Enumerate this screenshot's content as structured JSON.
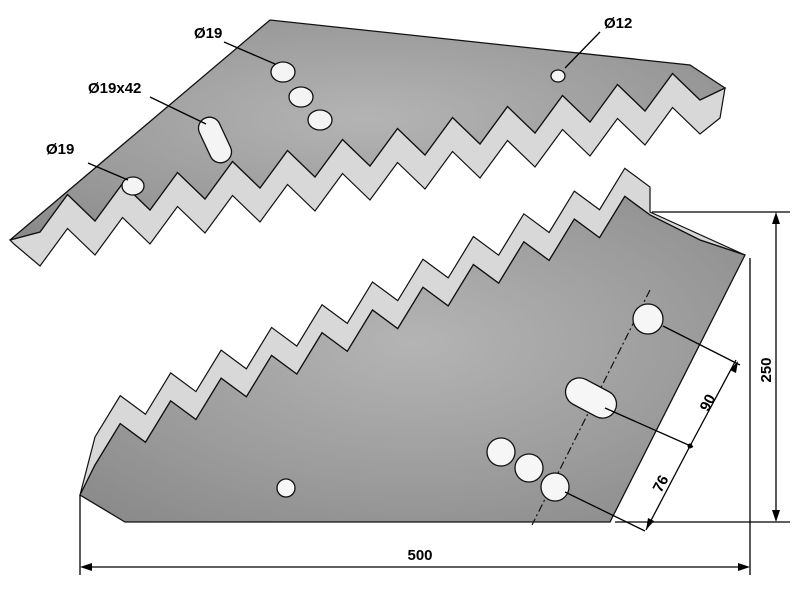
{
  "upper_blade": {
    "labels": {
      "hole_top": "Ø19",
      "slot": "Ø19x42",
      "hole_left": "Ø19",
      "hole_small": "Ø12"
    }
  },
  "lower_blade": {
    "dimensions": {
      "height": "250",
      "hole_spacing": "90",
      "edge_offset": "76",
      "length": "500"
    }
  },
  "colors": {
    "steel": "#9a9a9a",
    "steel_light": "#c8c8c8",
    "outline": "#111111"
  }
}
